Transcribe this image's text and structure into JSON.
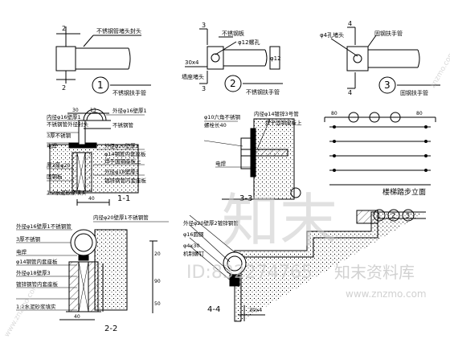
{
  "views": {
    "v1": {
      "num": "1",
      "cut_left": "2",
      "cut_left_b": "2",
      "label_top": "不锈钢管堵头封头",
      "label_bottom": "不锈钢扶手管"
    },
    "v2": {
      "num": "2",
      "cut_a": "3",
      "cut_b": "3",
      "label_plate": "不锈钢板",
      "label_hole": "φ12螺孔",
      "label_end": "墙座堵头",
      "dim_w": "30x4",
      "dim_d": "φ12",
      "label_bottom": "不锈钢扶手管"
    },
    "v3": {
      "num": "3",
      "cut_a": "4",
      "cut_b": "4",
      "label_hole": "φ4孔堵头",
      "label_top": "固钢扶手管",
      "label_bottom": "固钢扶手管"
    }
  },
  "sec11": {
    "title": "1-1",
    "labels": [
      "内径φ16壁厚1",
      "不锈钢管外径封头",
      "3厚不锈钢",
      "电焊",
      "厚3厚φ20",
      "固钢板",
      "1:2水泥砂浆填实"
    ],
    "right_labels": [
      "外径φ16壁厚1",
      "不锈钢管",
      "外径φ20壁厚1",
      "φ14钢管内套座板",
      "焊于固钢座板上",
      "外径φ18壁厚3",
      "镀锌钢管内套座板"
    ],
    "dims": [
      "30",
      "40",
      "13"
    ]
  },
  "sec33": {
    "title": "3-3",
    "labels": [
      "φ10六角不锈钢",
      "螺栓长40",
      "电焊"
    ],
    "right_labels": [
      "内径φ14镀锌3号管",
      "焊于固钢座板上"
    ]
  },
  "elev": {
    "title": "楼梯踏步立面",
    "dims": [
      "80",
      "80"
    ]
  },
  "sec22": {
    "title": "2-2",
    "labels": [
      "外径φ16壁厚1不锈钢管",
      "3厚不锈钢",
      "电焊",
      "φ14钢管内套座板",
      "外径φ18壁厚3",
      "镀锌钢管内套座板",
      "1:2水泥砂浆填实"
    ],
    "right_labels": [
      "内径φ20壁厚1不锈钢管"
    ],
    "dims": [
      "40",
      "20",
      "90",
      "50"
    ]
  },
  "sec44": {
    "title": "4-4",
    "labels": [
      "外径φ20壁厚2镀锌钢管",
      "φ16圆钢",
      "φ4x30",
      "机制螺钉"
    ],
    "circles": [
      "1",
      "2",
      "3"
    ],
    "dims": [
      "30x4"
    ]
  },
  "watermark": {
    "big": "知末",
    "id": "ID:832274765",
    "brand": "知末资料库",
    "url": "www.znzmo.com",
    "side": "znzmo.com",
    "diag": "www.znzmo.com"
  }
}
